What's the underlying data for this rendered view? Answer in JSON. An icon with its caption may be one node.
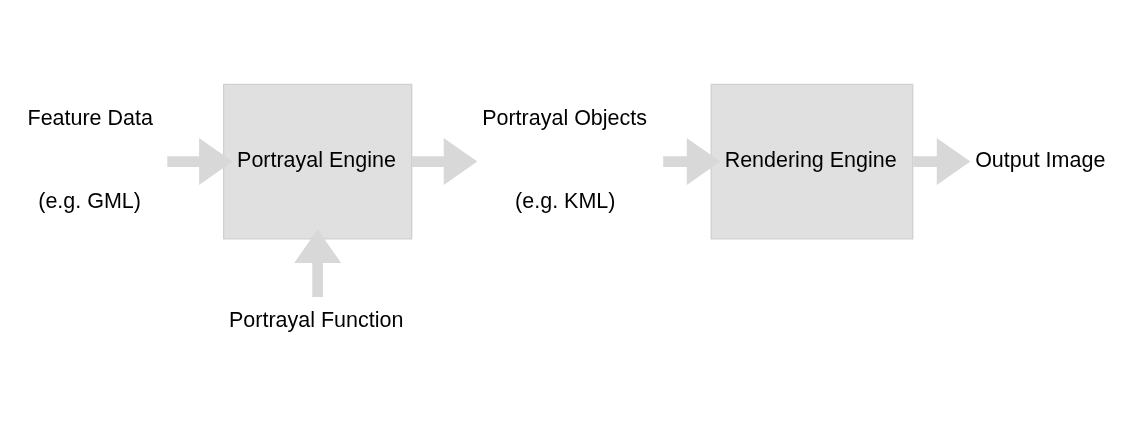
{
  "diagram": {
    "nodes": [
      {
        "text": [
          "Feature Data"
        ],
        "beside": [
          "(e.g. GML)"
        ]
      },
      {
        "text": [
          "Portrayal Engine"
        ]
      },
      {
        "text": [
          "Portrayal Objects"
        ],
        "beside": [
          "(e.g. KML)"
        ]
      },
      {
        "text": [
          "Rendering Engine"
        ]
      },
      {
        "text": [
          "Output Image"
        ]
      },
      {
        "text": [
          "Portrayal Function"
        ]
      }
    ],
    "edges": [
      {
        "from": 0,
        "to": 1,
        "arrow": "to"
      },
      {
        "from": 1,
        "to": 2,
        "arrow": "to"
      },
      {
        "from": 2,
        "to": 3,
        "arrow": "to"
      },
      {
        "from": 3,
        "to": 4,
        "arrow": "to"
      },
      {
        "from": 5,
        "to": 1,
        "arrow": "to"
      }
    ]
  }
}
